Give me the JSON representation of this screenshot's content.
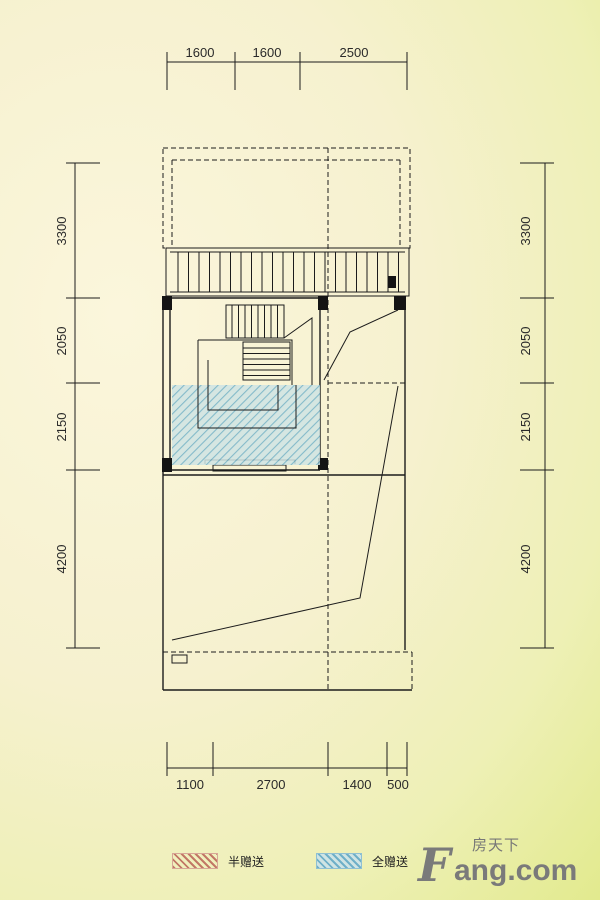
{
  "dimensions": {
    "top": [
      "1600",
      "1600",
      "2500"
    ],
    "left": [
      "3300",
      "2050",
      "2150",
      "4200"
    ],
    "right": [
      "3300",
      "2050",
      "2150",
      "4200"
    ],
    "bottom": [
      "1100",
      "2700",
      "1400",
      "500"
    ]
  },
  "legend": {
    "half": "半赠送",
    "full": "全赠送"
  },
  "watermark": {
    "chinese": "房天下",
    "brand_head": "F",
    "brand_tail": "ang.com"
  },
  "colors": {
    "line": "#1c1c1c",
    "full_gift_hatch": "#6fb0c8",
    "half_gift_hatch": "#c27866"
  }
}
